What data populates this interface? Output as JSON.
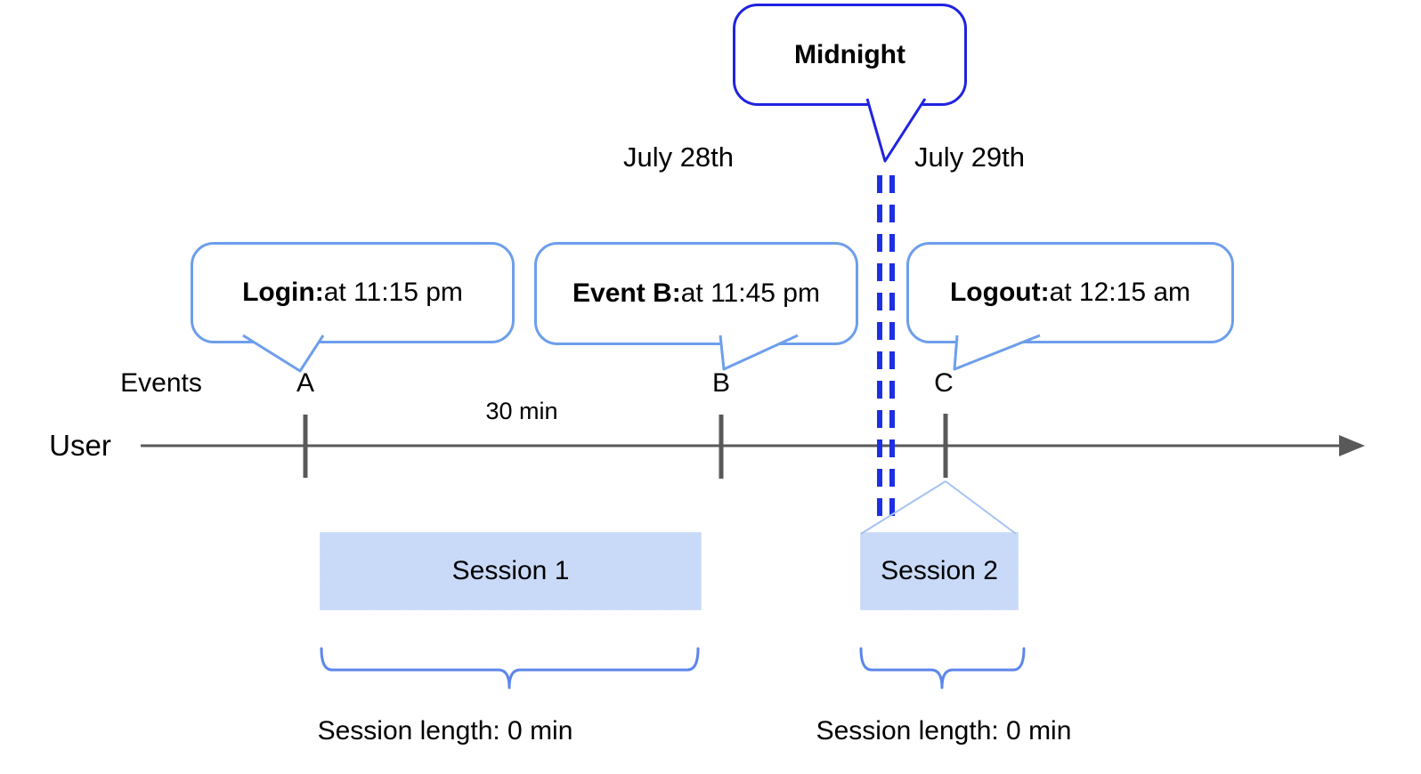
{
  "diagram": {
    "midnight_callout": "Midnight",
    "dates": {
      "left": "July 28th",
      "right": "July 29th"
    },
    "axis": {
      "events_label": "Events",
      "user_label": "User",
      "interval_label": "30 min"
    },
    "events": [
      {
        "id": "A",
        "callout_bold": "Login:",
        "callout_rest": " at 11:15 pm"
      },
      {
        "id": "B",
        "callout_bold": "Event B:",
        "callout_rest": " at 11:45 pm"
      },
      {
        "id": "C",
        "callout_bold": "Logout:",
        "callout_rest": " at 12:15 am"
      }
    ],
    "sessions": [
      {
        "name": "Session 1",
        "length_label": "Session length: 0 min"
      },
      {
        "name": "Session 2",
        "length_label": "Session length: 0 min"
      }
    ],
    "colors": {
      "callout_border": "#6d9eeb",
      "midnight_border": "#2023e0",
      "dashed_midnight_line": "#1d2fe2",
      "session_fill": "#c9daf8",
      "session_pointer_line": "#a4c2f4",
      "brace": "#5c86ec",
      "timeline": "#595959",
      "text": "#000000"
    }
  }
}
